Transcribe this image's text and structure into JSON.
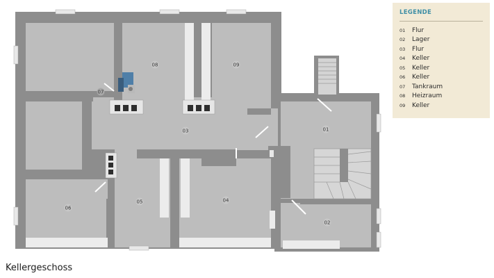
{
  "legend": {
    "title": "LEGENDE",
    "items": [
      {
        "num": "01",
        "name": "Flur"
      },
      {
        "num": "02",
        "name": "Lager"
      },
      {
        "num": "03",
        "name": "Flur"
      },
      {
        "num": "04",
        "name": "Keller"
      },
      {
        "num": "05",
        "name": "Keller"
      },
      {
        "num": "06",
        "name": "Keller"
      },
      {
        "num": "07",
        "name": "Tankraum"
      },
      {
        "num": "08",
        "name": "Heizraum"
      },
      {
        "num": "09",
        "name": "Keller"
      }
    ]
  },
  "floor": {
    "caption": "Kellergeschoss",
    "room_labels": [
      "01",
      "02",
      "03",
      "04",
      "05",
      "06",
      "07",
      "08",
      "09"
    ]
  },
  "colors": {
    "wall": "#8d8d8d",
    "floor": "#bdbdbd",
    "legend_bg": "#f2ead6",
    "legend_title": "#3f8fa6"
  }
}
